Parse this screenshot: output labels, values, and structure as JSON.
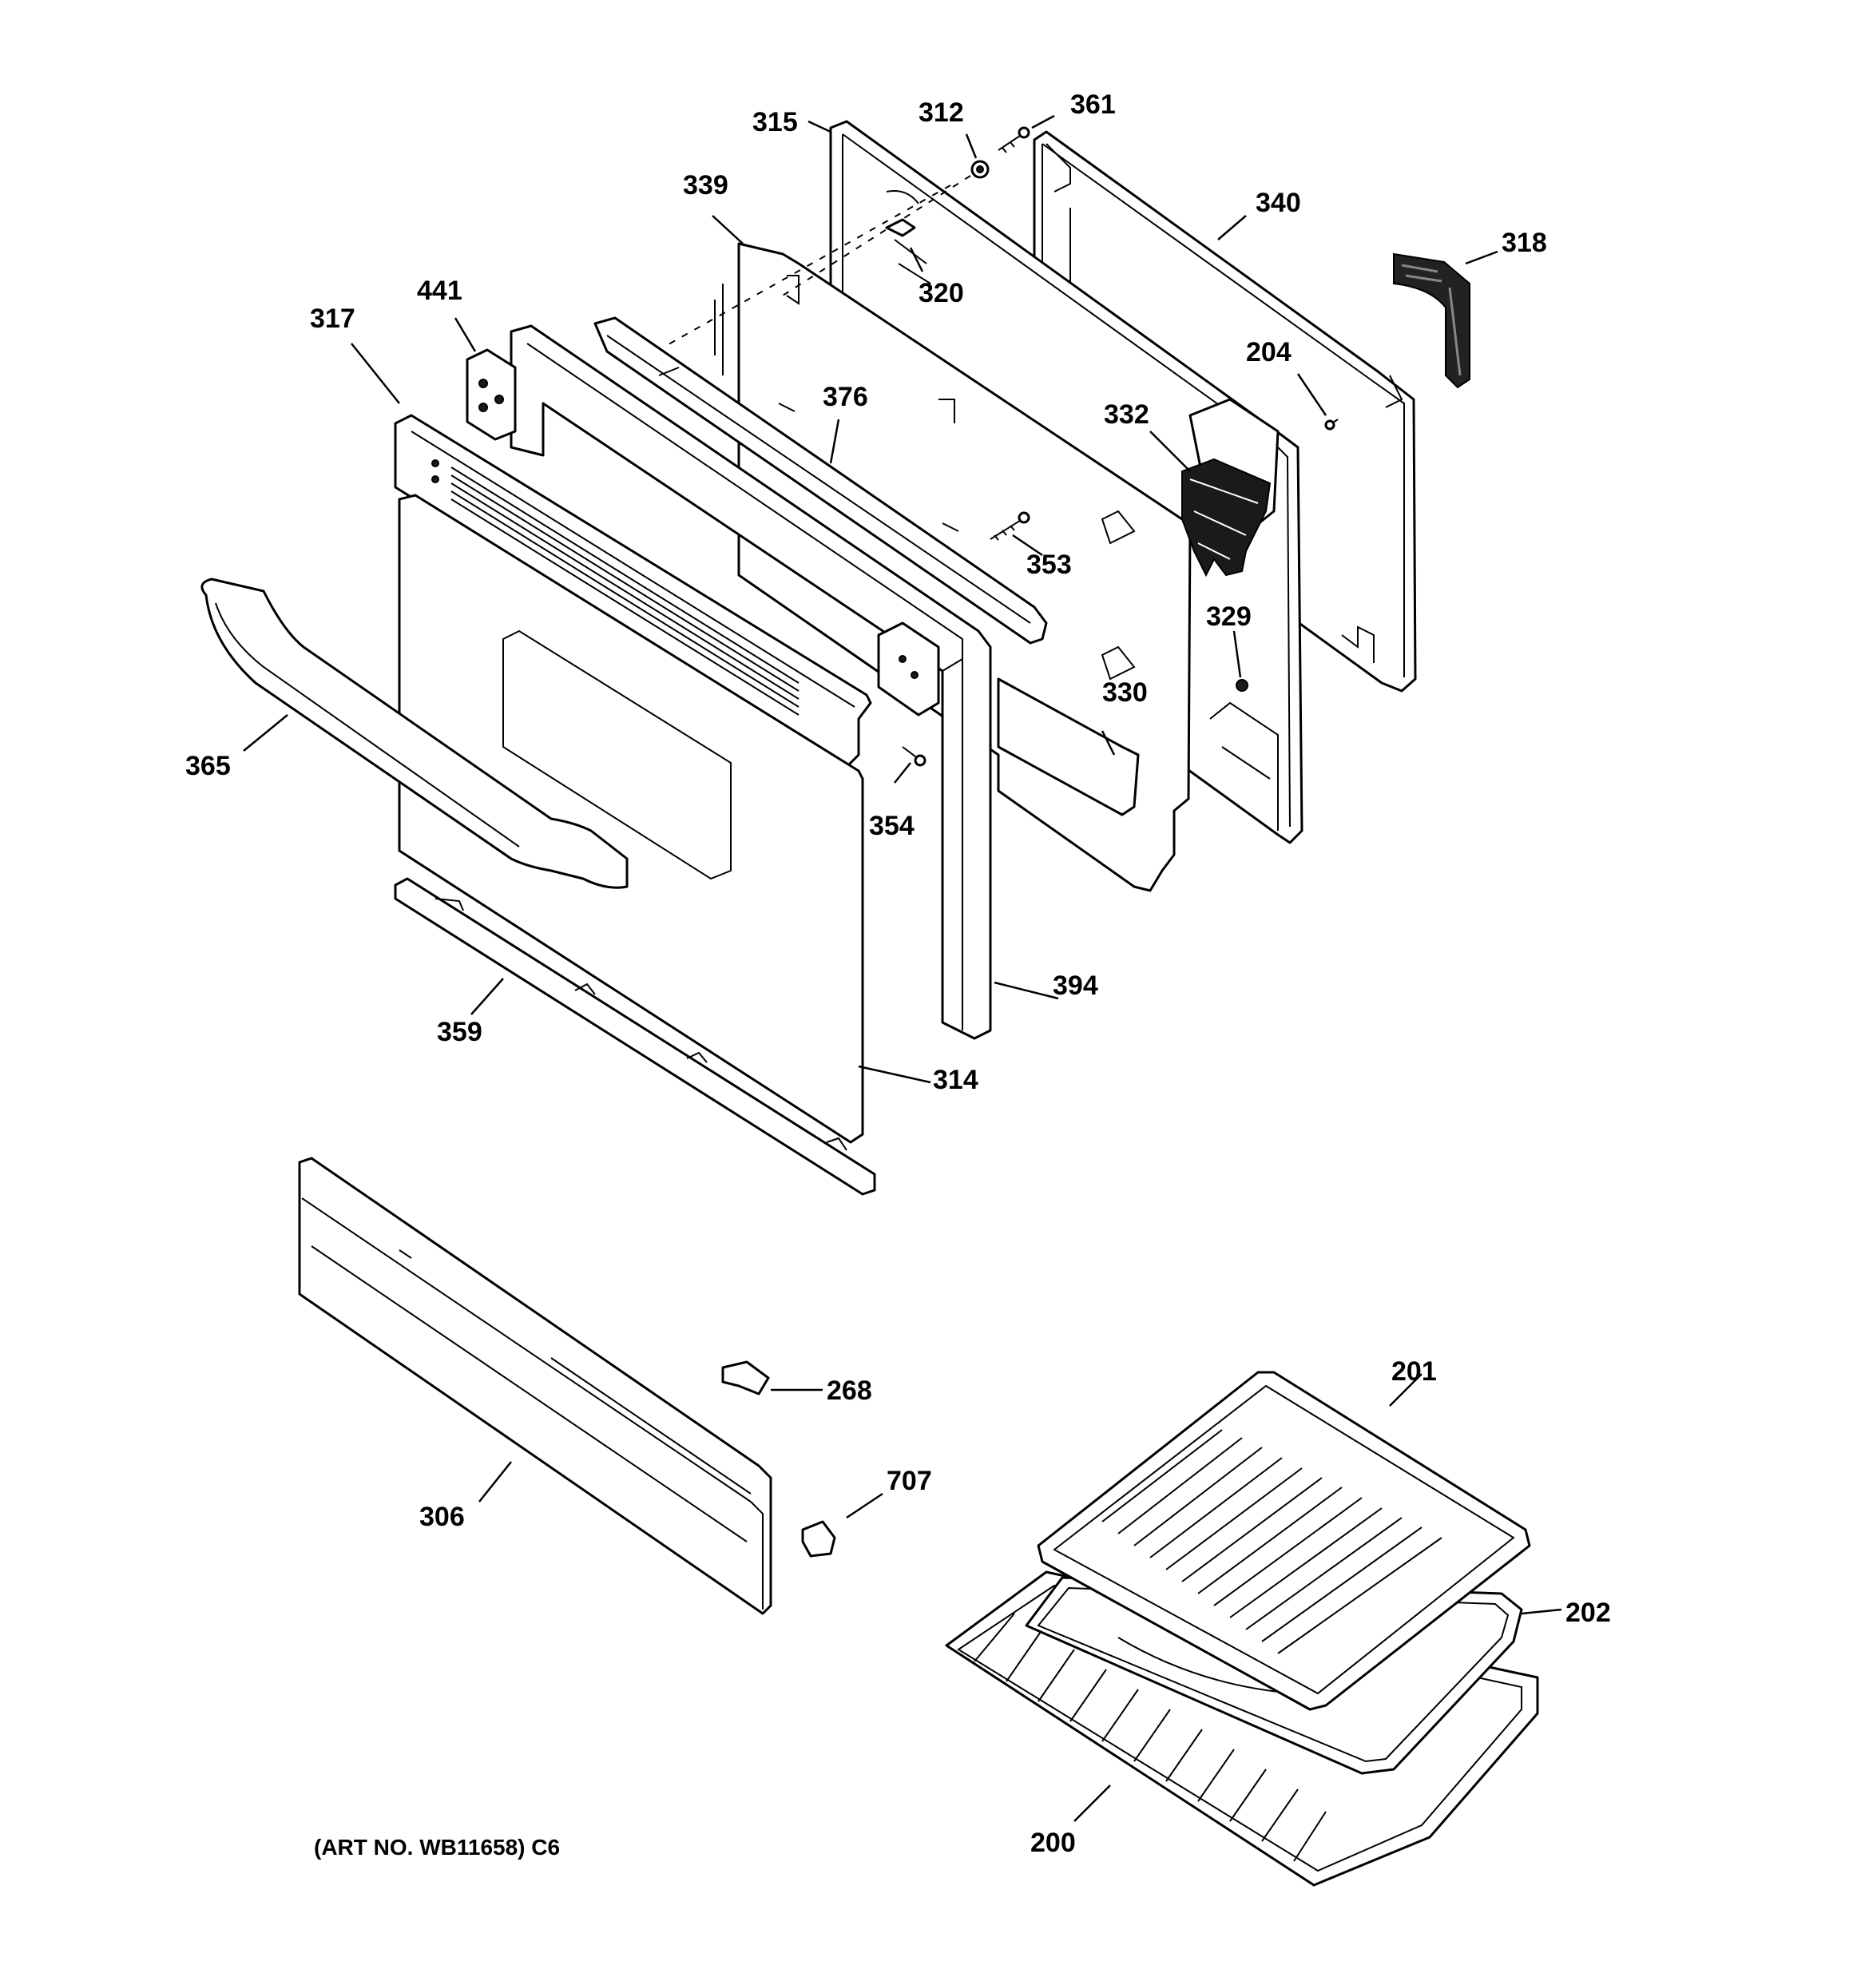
{
  "callouts": {
    "c315": "315",
    "c312": "312",
    "c361": "361",
    "c339": "339",
    "c340": "340",
    "c318": "318",
    "c320": "320",
    "c317": "317",
    "c441": "441",
    "c204": "204",
    "c376": "376",
    "c332": "332",
    "c353": "353",
    "c329": "329",
    "c330": "330",
    "c365": "365",
    "c354": "354",
    "c394": "394",
    "c359": "359",
    "c314": "314",
    "c201": "201",
    "c268": "268",
    "c707": "707",
    "c306": "306",
    "c202": "202",
    "c200": "200"
  },
  "caption": "(ART NO. WB11658) C6"
}
